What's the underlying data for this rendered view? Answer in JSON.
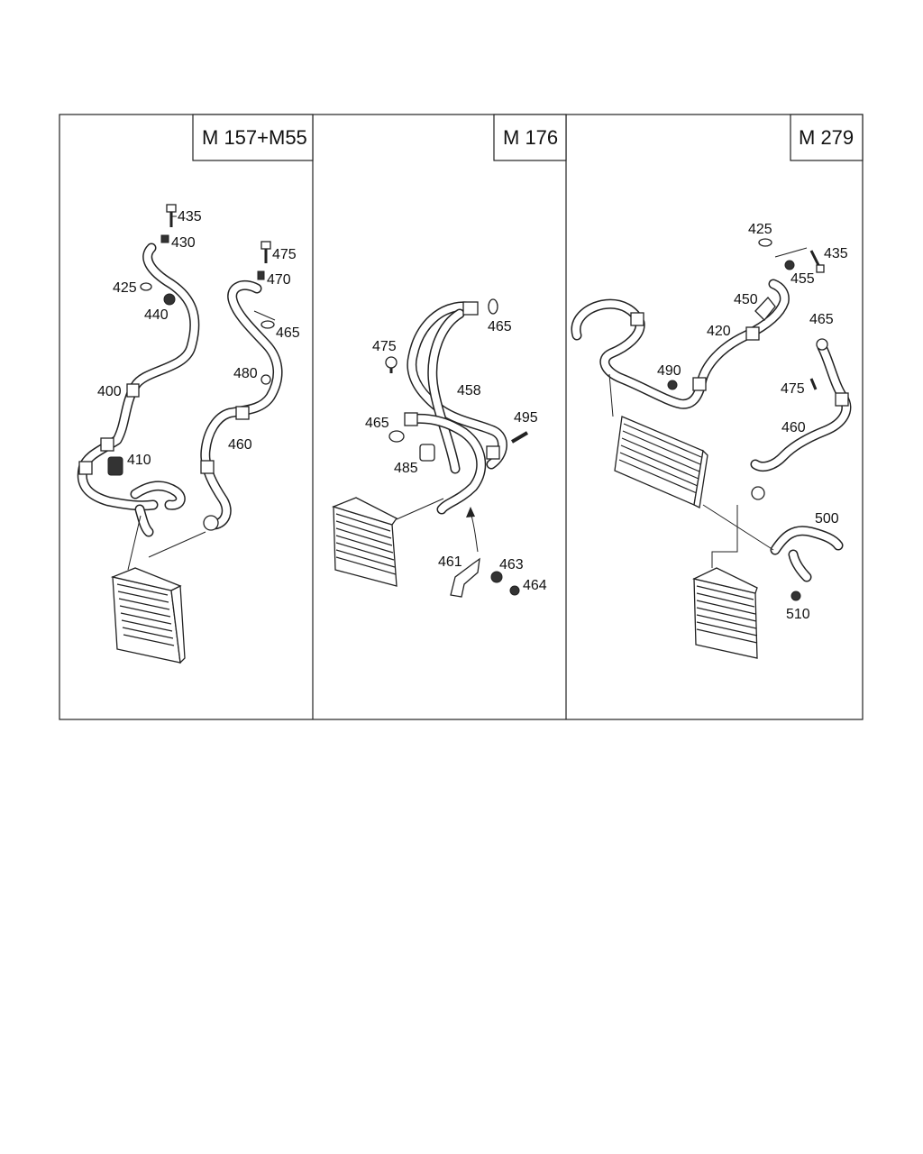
{
  "panels": [
    {
      "id": "m157",
      "header": "M 157+M55",
      "labels": [
        "435",
        "430",
        "475",
        "470",
        "425",
        "440",
        "465",
        "480",
        "400",
        "460",
        "410"
      ]
    },
    {
      "id": "m176",
      "header": "M 176",
      "labels": [
        "465",
        "475",
        "458",
        "465",
        "495",
        "485",
        "461",
        "463",
        "464"
      ]
    },
    {
      "id": "m279",
      "header": "M 279",
      "labels": [
        "425",
        "435",
        "455",
        "450",
        "420",
        "465",
        "490",
        "475",
        "460",
        "500",
        "510"
      ]
    }
  ]
}
